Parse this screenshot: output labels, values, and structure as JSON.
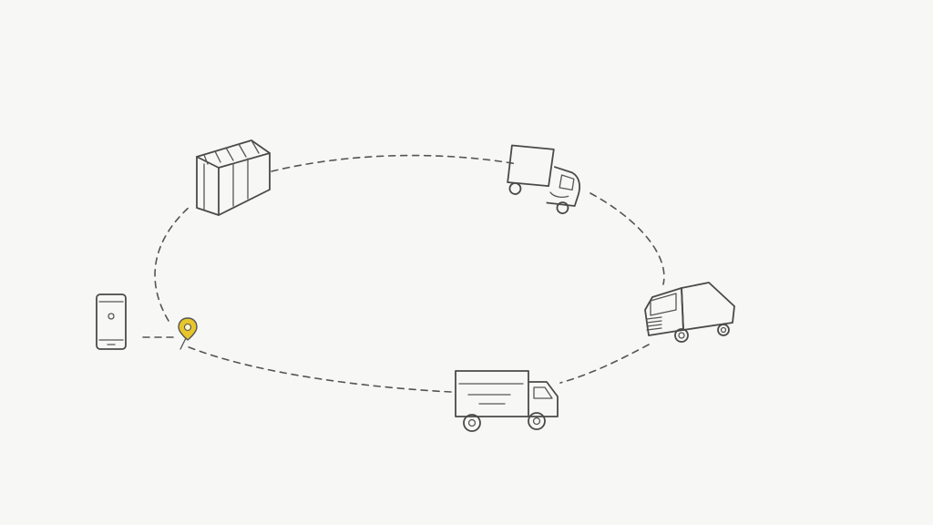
{
  "diagram": {
    "type": "logistics-cycle",
    "nodes": [
      {
        "id": "smartphone",
        "icon": "smartphone-icon"
      },
      {
        "id": "location-pin",
        "icon": "map-pin-icon"
      },
      {
        "id": "warehouse",
        "icon": "warehouse-icon"
      },
      {
        "id": "tilted-truck",
        "icon": "delivery-truck-icon"
      },
      {
        "id": "semi-truck",
        "icon": "semi-truck-icon"
      },
      {
        "id": "box-truck",
        "icon": "box-truck-icon"
      }
    ],
    "colors": {
      "background": "#f7f7f6",
      "ink": "#4a4a4a",
      "pin_accent": "#e8c52a"
    }
  }
}
